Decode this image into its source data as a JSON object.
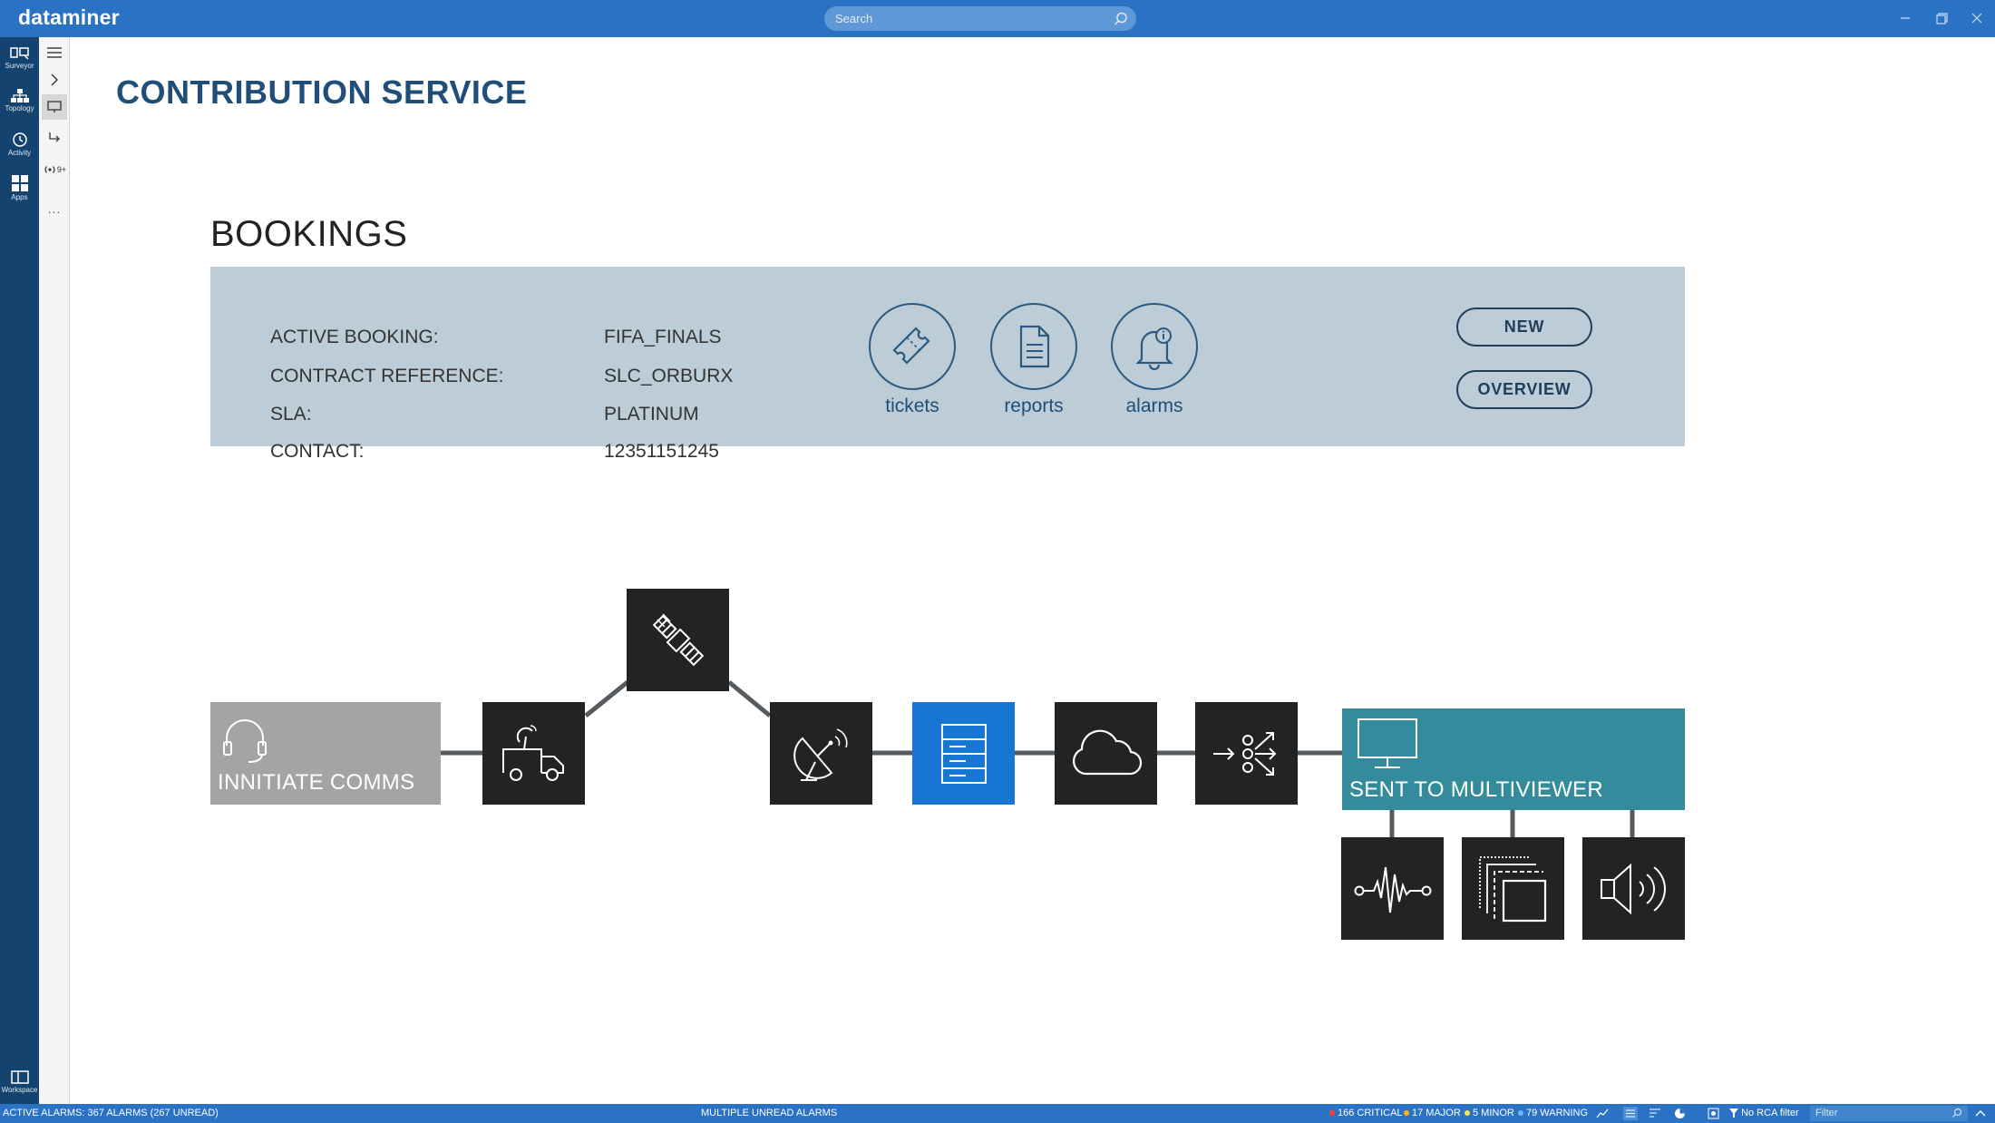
{
  "app": {
    "brand": "dataminer",
    "search_placeholder": "Search"
  },
  "rail": {
    "items": [
      {
        "label": "Surveyor",
        "icon": "surveyor-icon"
      },
      {
        "label": "Topology",
        "icon": "topology-icon"
      },
      {
        "label": "Activity",
        "icon": "activity-icon"
      },
      {
        "label": "Apps",
        "icon": "apps-icon"
      }
    ],
    "bottom": {
      "label": "Workspace",
      "icon": "workspace-icon"
    }
  },
  "toolstrip": {
    "items": [
      "menu-icon",
      "chevron-right-icon",
      "visual-icon",
      "relation-icon",
      "signal-icon",
      "more-icon"
    ],
    "signal_badge": "9+",
    "more_label": "..."
  },
  "page": {
    "title": "CONTRIBUTION SERVICE",
    "section": "BOOKINGS"
  },
  "bookings": {
    "fields": [
      {
        "label": "ACTIVE BOOKING:",
        "value": "FIFA_FINALS"
      },
      {
        "label": "CONTRACT REFERENCE:",
        "value": "SLC_ORBURX"
      },
      {
        "label": "SLA:",
        "value": "PLATINUM"
      },
      {
        "label": "CONTACT:",
        "value": "12351151245"
      }
    ],
    "actions": [
      {
        "label": "tickets",
        "icon": "ticket-icon"
      },
      {
        "label": "reports",
        "icon": "document-icon"
      },
      {
        "label": "alarms",
        "icon": "bell-icon"
      }
    ],
    "buttons": {
      "new": "NEW",
      "overview": "OVERVIEW"
    }
  },
  "diagram": {
    "start_label": "INNITIATE COMMS",
    "end_label": "SENT TO MULTIVIEWER",
    "nodes": [
      "headset-icon",
      "satellite-van-icon",
      "satellite-icon",
      "dish-icon",
      "server-icon",
      "cloud-icon",
      "distribution-icon",
      "monitor-icon",
      "waveform-icon",
      "layers-icon",
      "speaker-icon"
    ]
  },
  "status": {
    "active_alarms": "ACTIVE ALARMS: 367 ALARMS (267 UNREAD)",
    "unread": "MULTIPLE UNREAD ALARMS",
    "critical": "166 CRITICAL",
    "major": "17 MAJOR",
    "minor": "5 MINOR",
    "warning": "79 WARNING",
    "rca": "No RCA filter",
    "filter_placeholder": "Filter",
    "colors": {
      "critical": "#ff3b3b",
      "major": "#ffb020",
      "minor": "#ffe14a",
      "warning": "#6fb8ff"
    }
  },
  "colors": {
    "accent": "#2a73c4",
    "rail": "#14436f",
    "panel": "#bdcdd7",
    "node": "#222324",
    "node_active": "#1776d1",
    "multiviewer": "#338b9c",
    "comms": "#a4a4a4"
  }
}
